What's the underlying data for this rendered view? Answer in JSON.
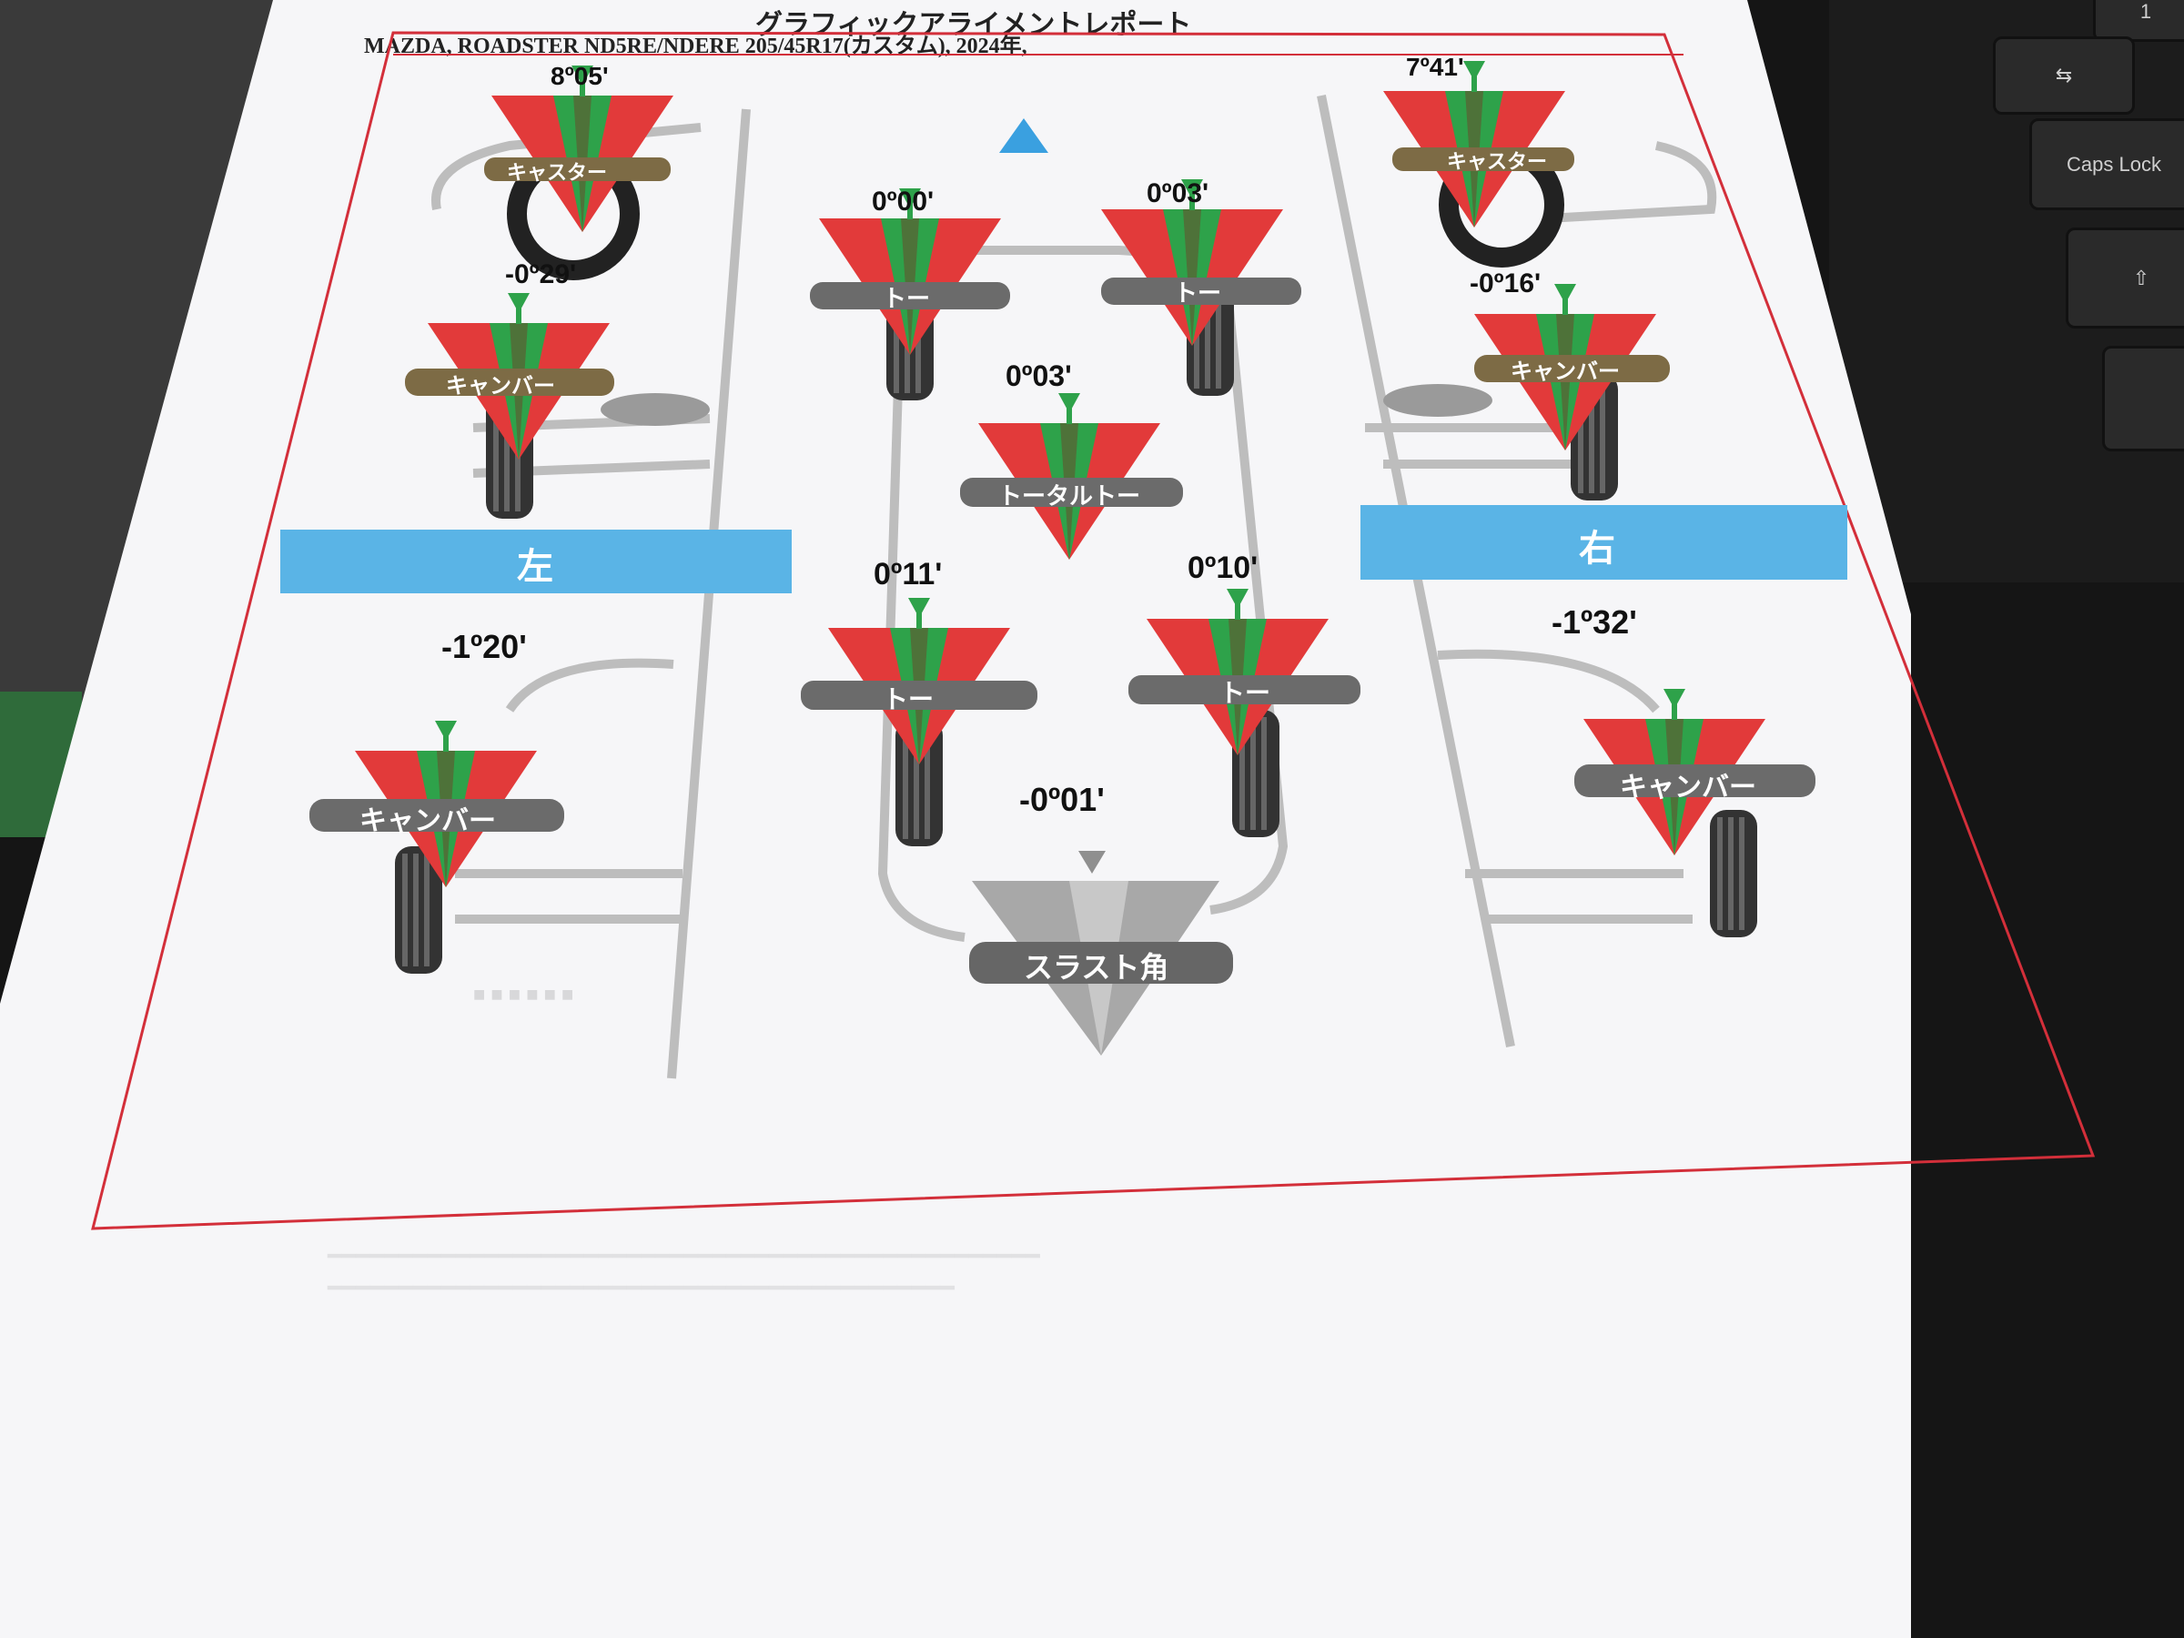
{
  "report": {
    "title": "グラフィックアライメントレポート",
    "vehicle": "MAZDA, ROADSTER   ND5RE/NDERE   205/45R17(カスタム), 2024年,"
  },
  "sides": {
    "left": "左",
    "right": "右"
  },
  "labels": {
    "caster": "キャスター",
    "camber": "キャンバー",
    "toe": "トー",
    "total_toe": "トータルトー",
    "thrust": "スラスト角"
  },
  "front_left": {
    "caster": "8º05'",
    "camber": "-0º29'",
    "toe": "0º00'"
  },
  "front_right": {
    "caster": "7º41'",
    "camber": "-0º16'",
    "toe": "0º03'"
  },
  "front_total_toe": "0º03'",
  "rear_left": {
    "camber": "-1º20'",
    "toe": "0º11'"
  },
  "rear_right": {
    "camber": "-1º32'",
    "toe": "0º10'"
  },
  "thrust_angle": "-0º01'",
  "keyboard": {
    "caps_lock": "Caps Lock",
    "key_1": "1"
  },
  "colors": {
    "red": "#e23a3a",
    "green": "#2ea24a",
    "dark_red": "#8a1a1a",
    "blue": "#5ab4e6",
    "border": "#d32f3a"
  }
}
